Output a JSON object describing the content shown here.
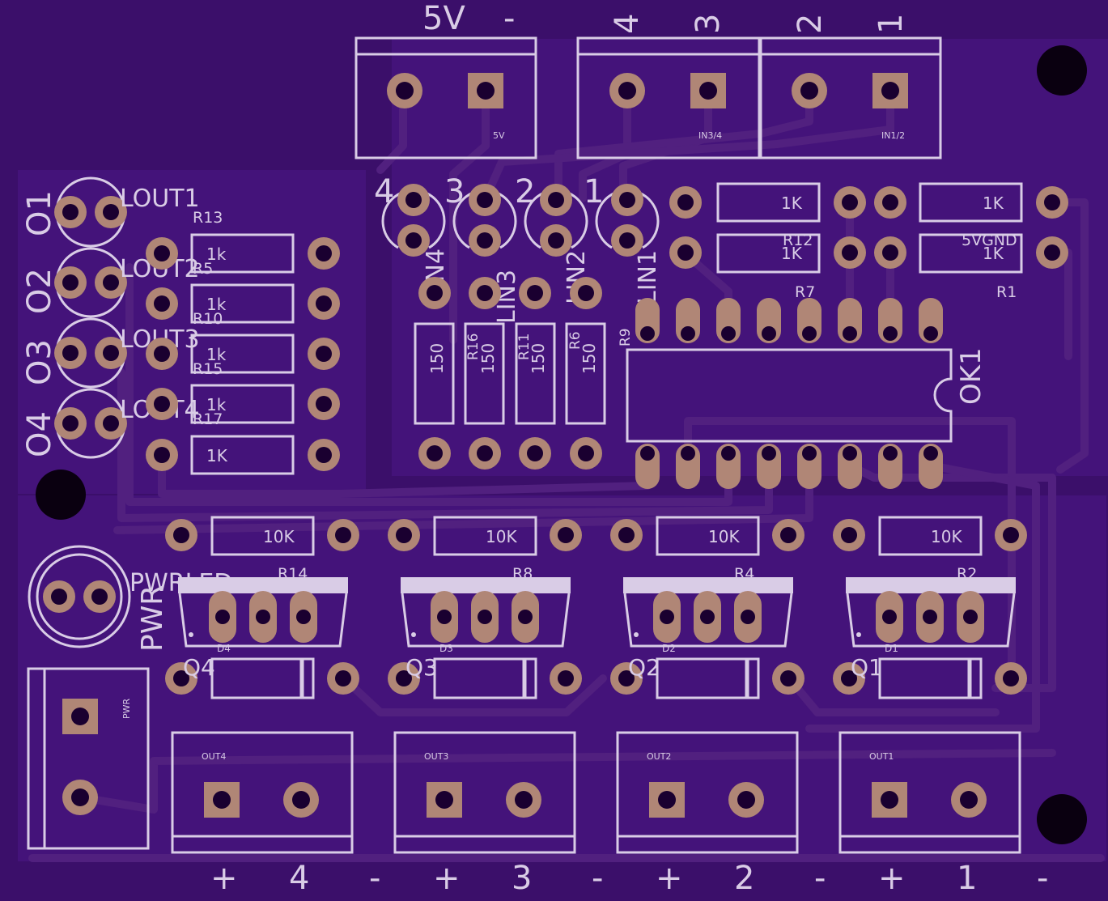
{
  "board": {
    "top_labels": {
      "power": "5V",
      "power_minus": "-",
      "in4": "4",
      "in3": "3",
      "in2": "2",
      "in1": "1"
    },
    "connector_labels": {
      "j5v": "5V",
      "in34": "IN3/4",
      "in12": "IN1/2",
      "pwr": "PWR",
      "out4": "OUT4",
      "out3": "OUT3",
      "out2": "OUT2",
      "out1": "OUT1"
    },
    "led_labels": {
      "lout1": "LOUT1",
      "lout2": "LOUT2",
      "lout3": "LOUT3",
      "lout4": "LOUT4",
      "pwrled": "PWRLED",
      "pwr": "PWR"
    },
    "side_labels": {
      "o1": "O1",
      "o2": "O2",
      "o3": "O3",
      "o4": "O4"
    },
    "in_led_nums": {
      "n4": "4",
      "n3": "3",
      "n2": "2",
      "n1": "1"
    },
    "lin_labels": {
      "lin4": "LIN4",
      "lin3": "LIN3",
      "lin2": "LIN2",
      "lin1": "LIN1"
    },
    "left_resistors": [
      {
        "ref": "R13",
        "value": "1k"
      },
      {
        "ref": "R5",
        "value": "1k"
      },
      {
        "ref": "R10",
        "value": "1k"
      },
      {
        "ref": "R15",
        "value": "1k"
      },
      {
        "ref": "R17",
        "value": "1K"
      }
    ],
    "vert_resistors": [
      {
        "ref": "",
        "value": "150"
      },
      {
        "ref": "R16",
        "value": "150"
      },
      {
        "ref": "R11",
        "value": "150"
      },
      {
        "ref": "R6",
        "value": "150"
      }
    ],
    "top_resistors": [
      {
        "value": "1K"
      },
      {
        "value": "1K"
      },
      {
        "value": "1K"
      },
      {
        "value": "1K"
      }
    ],
    "top_resistor_refs": {
      "r12": "R12",
      "r7": "R7",
      "gnd5v": "5VGND",
      "r1": "R1",
      "r9": "R9"
    },
    "ic_label": "OK1",
    "pull_resistors": [
      {
        "ref": "R14",
        "value": "10K"
      },
      {
        "ref": "R8",
        "value": "10K"
      },
      {
        "ref": "R4",
        "value": "10K"
      },
      {
        "ref": "R2",
        "value": "10K"
      }
    ],
    "transistors": [
      "Q4",
      "Q3",
      "Q2",
      "Q1"
    ],
    "diodes": [
      "D4",
      "D3",
      "D2",
      "D1"
    ],
    "bottom_labels": [
      "+",
      "4",
      "-",
      "+",
      "3",
      "-",
      "+",
      "2",
      "-",
      "+",
      "1",
      "-"
    ],
    "colors": {
      "board": "#3b0f6a",
      "silk": "#d9cce6",
      "pad": "#b08676",
      "hole": "#1a0030",
      "trace": "#51207f"
    }
  }
}
